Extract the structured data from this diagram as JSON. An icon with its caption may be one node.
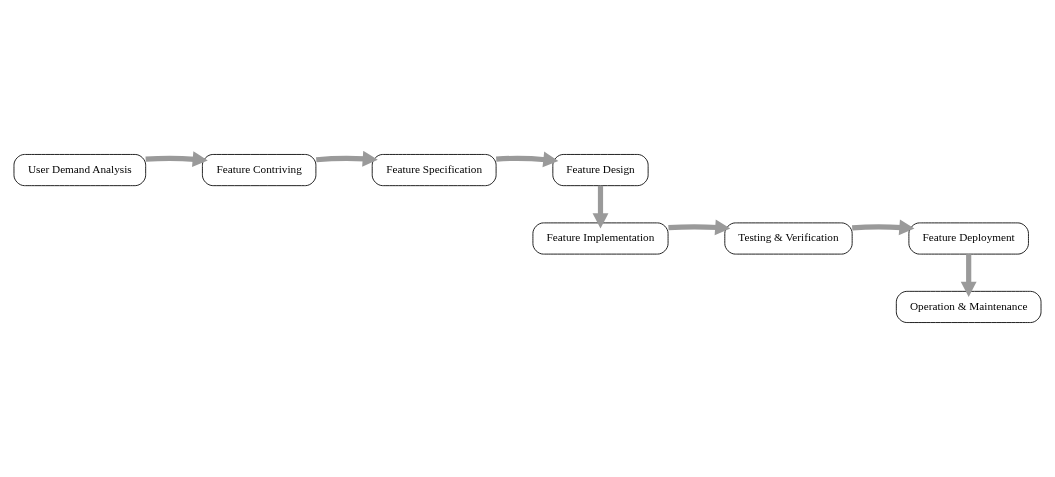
{
  "diagram": {
    "nodes": [
      {
        "text": [
          "User Demand Analysis"
        ]
      },
      {
        "text": [
          "Feature Contriving"
        ]
      },
      {
        "text": [
          "Feature Specification"
        ]
      },
      {
        "text": [
          "Feature Design"
        ]
      },
      {
        "text": [
          "Feature Implementation"
        ]
      },
      {
        "text": [
          "Testing & Verification"
        ]
      },
      {
        "text": [
          "Feature Deployment"
        ]
      },
      {
        "text": [
          "Operation & Maintenance"
        ]
      }
    ],
    "edges": [
      {
        "from": 0,
        "to": 1,
        "arrow": "to"
      },
      {
        "from": 1,
        "to": 2,
        "arrow": "to"
      },
      {
        "from": 2,
        "to": 3,
        "arrow": "to"
      },
      {
        "from": 3,
        "to": 4,
        "arrow": "to"
      },
      {
        "from": 4,
        "to": 5,
        "arrow": "to"
      },
      {
        "from": 5,
        "to": 6,
        "arrow": "to"
      },
      {
        "from": 6,
        "to": 7,
        "arrow": "to"
      }
    ]
  }
}
